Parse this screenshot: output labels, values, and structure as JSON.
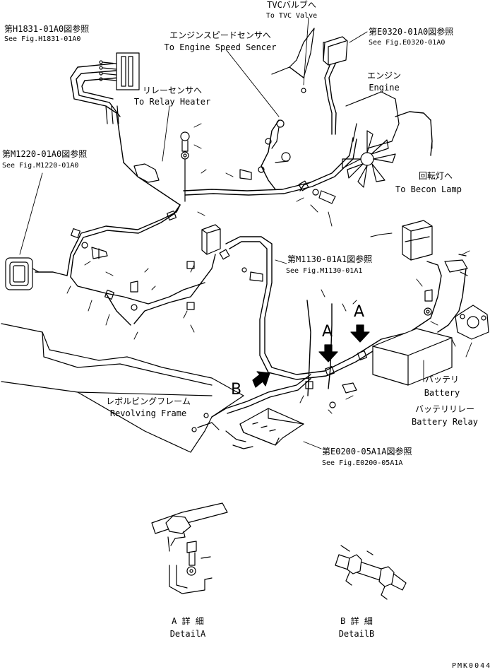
{
  "labels": {
    "h1831_jp": "第H1831-01A0図参照",
    "h1831_en": "See Fig.H1831-01A0",
    "tvc_jp": "TVCバルブへ",
    "tvc_en": "To TVC Valve",
    "e0320_jp": "第E0320-01A0図参照",
    "e0320_en": "See Fig.E0320-01A0",
    "speed_jp": "エンジンスピードセンサへ",
    "speed_en": "To Engine Speed Sencer",
    "engine_jp": "エンジン",
    "engine_en": "Engine",
    "relay_heater_jp": "リレーセンサへ",
    "relay_heater_en": "To Relay Heater",
    "m1220_jp": "第M1220-01A0図参照",
    "m1220_en": "See Fig.M1220-01A0",
    "becon_jp": "回転灯へ",
    "becon_en": "To Becon Lamp",
    "m1130_jp": "第M1130-01A1図参照",
    "m1130_en": "See Fig.M1130-01A1",
    "arrow_a1": "A",
    "arrow_a2": "A",
    "arrow_b": "B",
    "battery_jp": "バッテリ",
    "battery_en": "Battery",
    "battery_relay_jp": "バッテリリレー",
    "battery_relay_en": "Battery Relay",
    "frame_jp": "レボルビングフレーム",
    "frame_en": "Revolving Frame",
    "e0200_jp": "第E0200-05A1A図参照",
    "e0200_en": "See Fig.E0200-05A1A",
    "detail_a_jp": "A 詳 細",
    "detail_a_en": "DetailA",
    "detail_b_jp": "B 詳 細",
    "detail_b_en": "DetailB",
    "code": "PMK0044"
  }
}
